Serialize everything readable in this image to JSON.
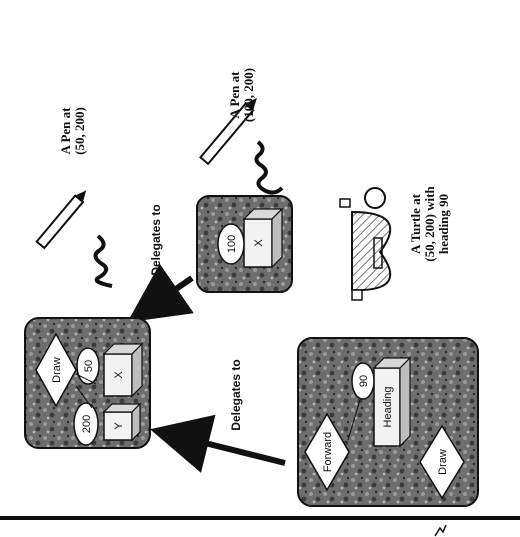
{
  "annotations": {
    "pen_a_line1": "A Pen at",
    "pen_a_line2": "(50,  200)",
    "pen_b_line1": "A Pen at",
    "pen_b_line2": "(100,  200)",
    "turtle_line1": "A Turtle at",
    "turtle_line2": "(50,  200) with",
    "turtle_line3": "heading  90",
    "delegates_upper": "Delegates  to",
    "delegates_lower": "Delegates  to"
  },
  "pen_prototype": {
    "draw_label": "Draw",
    "x_label": "X",
    "x_value": "50",
    "y_label": "Y",
    "y_value": "200"
  },
  "pen_child": {
    "x_label": "X",
    "x_value": "100"
  },
  "turtle_object": {
    "forward_label": "Forward",
    "heading_label": "Heading",
    "heading_value": "90",
    "draw_label": "Draw"
  },
  "colors": {
    "object_fill": "#6e6e6e",
    "ink": "#111111",
    "shell_hatch": "#888888"
  }
}
